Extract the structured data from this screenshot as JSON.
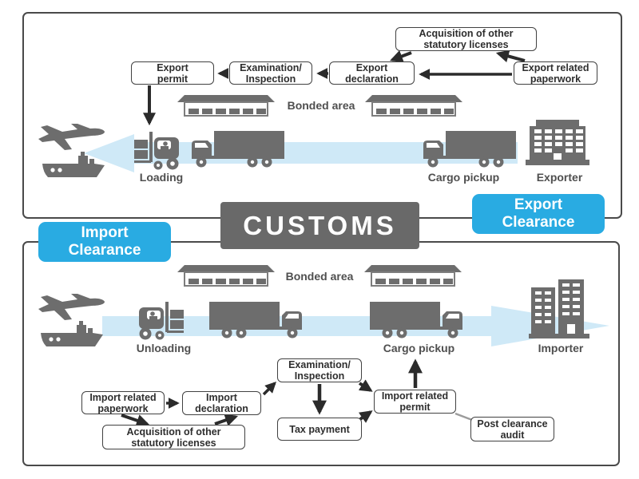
{
  "customs": {
    "label": "CUSTOMS"
  },
  "badges": {
    "export_clearance": "Export\nClearance",
    "import_clearance": "Import\nClearance"
  },
  "export_flow": {
    "acquisition": "Acquisition of other\nstatutory licenses",
    "export_related_paperwork": "Export related\npaperwork",
    "export_declaration": "Export\ndeclaration",
    "examination": "Examination/\nInspection",
    "export_permit": "Export\npermit",
    "bonded_area": "Bonded area",
    "loading": "Loading",
    "cargo_pickup": "Cargo pickup",
    "exporter": "Exporter"
  },
  "import_flow": {
    "import_related_paperwork": "Import related\npaperwork",
    "import_declaration": "Import\ndeclaration",
    "acquisition": "Acquisition of other\nstatutory licenses",
    "examination": "Examination/\nInspection",
    "tax_payment": "Tax payment",
    "import_related_permit": "Import related\npermit",
    "post_clearance_audit": "Post clearance\naudit",
    "bonded_area": "Bonded area",
    "unloading": "Unloading",
    "cargo_pickup": "Cargo pickup",
    "importer": "Importer"
  },
  "colors": {
    "accent_cyan": "#29abe2",
    "customs_gray": "#696969",
    "icon_gray": "#6d6d6d",
    "flow_band_blue": "#cfe9f7"
  }
}
